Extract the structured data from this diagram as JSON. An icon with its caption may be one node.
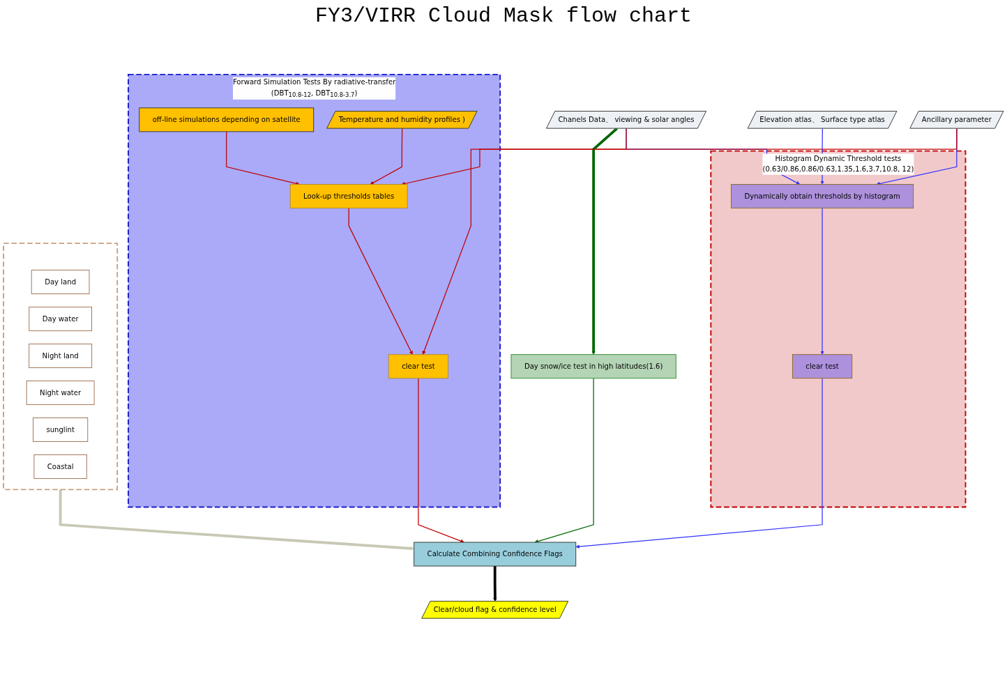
{
  "diagram": {
    "title": "FY3/VIRR Cloud Mask flow chart",
    "nodes": [
      {
        "text": [
          "Chanels Data、 viewing & solar angles"
        ]
      },
      {
        "text": [
          "Elevation atlas、 Surface type atlas"
        ]
      },
      {
        "text": [
          "Ancillary parameter"
        ]
      },
      {
        "text": [
          "Histogram Dynamic Threshold tests",
          "(0.63/0.86,0.86/0.63,1.35,1.6,3.7,10.8, 12)"
        ]
      },
      {
        "text": [
          "Dynamically obtain thresholds by histogram"
        ],
        "in": 3
      },
      {
        "text": [
          "clear test"
        ],
        "in": 3
      },
      {
        "text": [
          "Forward Simulation Tests By radiative-transfer",
          "(DBT$_{10.8-12}$, DBT$_{10.8-3.7}$)"
        ]
      },
      {
        "text": [
          "off-line simulations depending on satellite"
        ],
        "in": 6
      },
      {
        "text": [
          "Temperature and humidity profiles )"
        ],
        "in": 6
      },
      {
        "text": [
          "Look-up thresholds tables"
        ],
        "in": 6
      },
      {
        "text": [
          "clear test"
        ],
        "in": 6
      },
      {
        "text": [
          "Day snow/ice test in high latitudes(1.6)"
        ]
      },
      {
        "text": [
          "Calculate Combining Confidence Flags"
        ]
      },
      {
        "text": [
          "Clear/cloud flag & confidence level"
        ]
      },
      {
        "text": [],
        "shape": "box"
      },
      {
        "text": [
          "Day land"
        ],
        "in": 14
      },
      {
        "text": [
          "Day water"
        ],
        "in": 14
      },
      {
        "text": [
          "Night land"
        ],
        "in": 14
      },
      {
        "text": [
          "Night water"
        ],
        "in": 14
      },
      {
        "text": [
          "sunglint"
        ],
        "in": 14
      },
      {
        "text": [
          "Coastal"
        ],
        "in": 14
      }
    ],
    "edges": [
      {
        "from": 0,
        "to": 4,
        "arrow": "to",
        "color": "#3333ff"
      },
      {
        "from": 1,
        "to": 4,
        "arrow": "to",
        "color": "#3333ff"
      },
      {
        "from": 2,
        "to": 4,
        "arrow": "to",
        "color": "#3333ff"
      },
      {
        "from": 0,
        "to": 10,
        "arrow": "to"
      },
      {
        "from": 0,
        "to": 11,
        "arrow": "to",
        "style": "thick",
        "color": "#006600"
      },
      {
        "from": 4,
        "to": 5,
        "arrow": "to",
        "color": "#3333ff"
      },
      {
        "from": 7,
        "to": 9,
        "arrow": "to"
      },
      {
        "from": 2,
        "to": 9,
        "arrow": "to"
      },
      {
        "from": 8,
        "to": 9,
        "arrow": "to"
      },
      {
        "from": 9,
        "to": 10,
        "arrow": "to"
      },
      {
        "from": 5,
        "to": 12,
        "arrow": "to",
        "color": "#3333ff"
      },
      {
        "from": 10,
        "to": 12,
        "arrow": "to"
      },
      {
        "from": 11,
        "to": 12,
        "arrow": "to",
        "color": "#006600"
      },
      {
        "from": 12,
        "to": 13,
        "arrow": "to",
        "style": "thick",
        "color": "#000000"
      },
      {
        "from": 14,
        "to": 12,
        "arrow": "to",
        "style": "thick",
        "color": "#c8c8b4"
      }
    ]
  }
}
